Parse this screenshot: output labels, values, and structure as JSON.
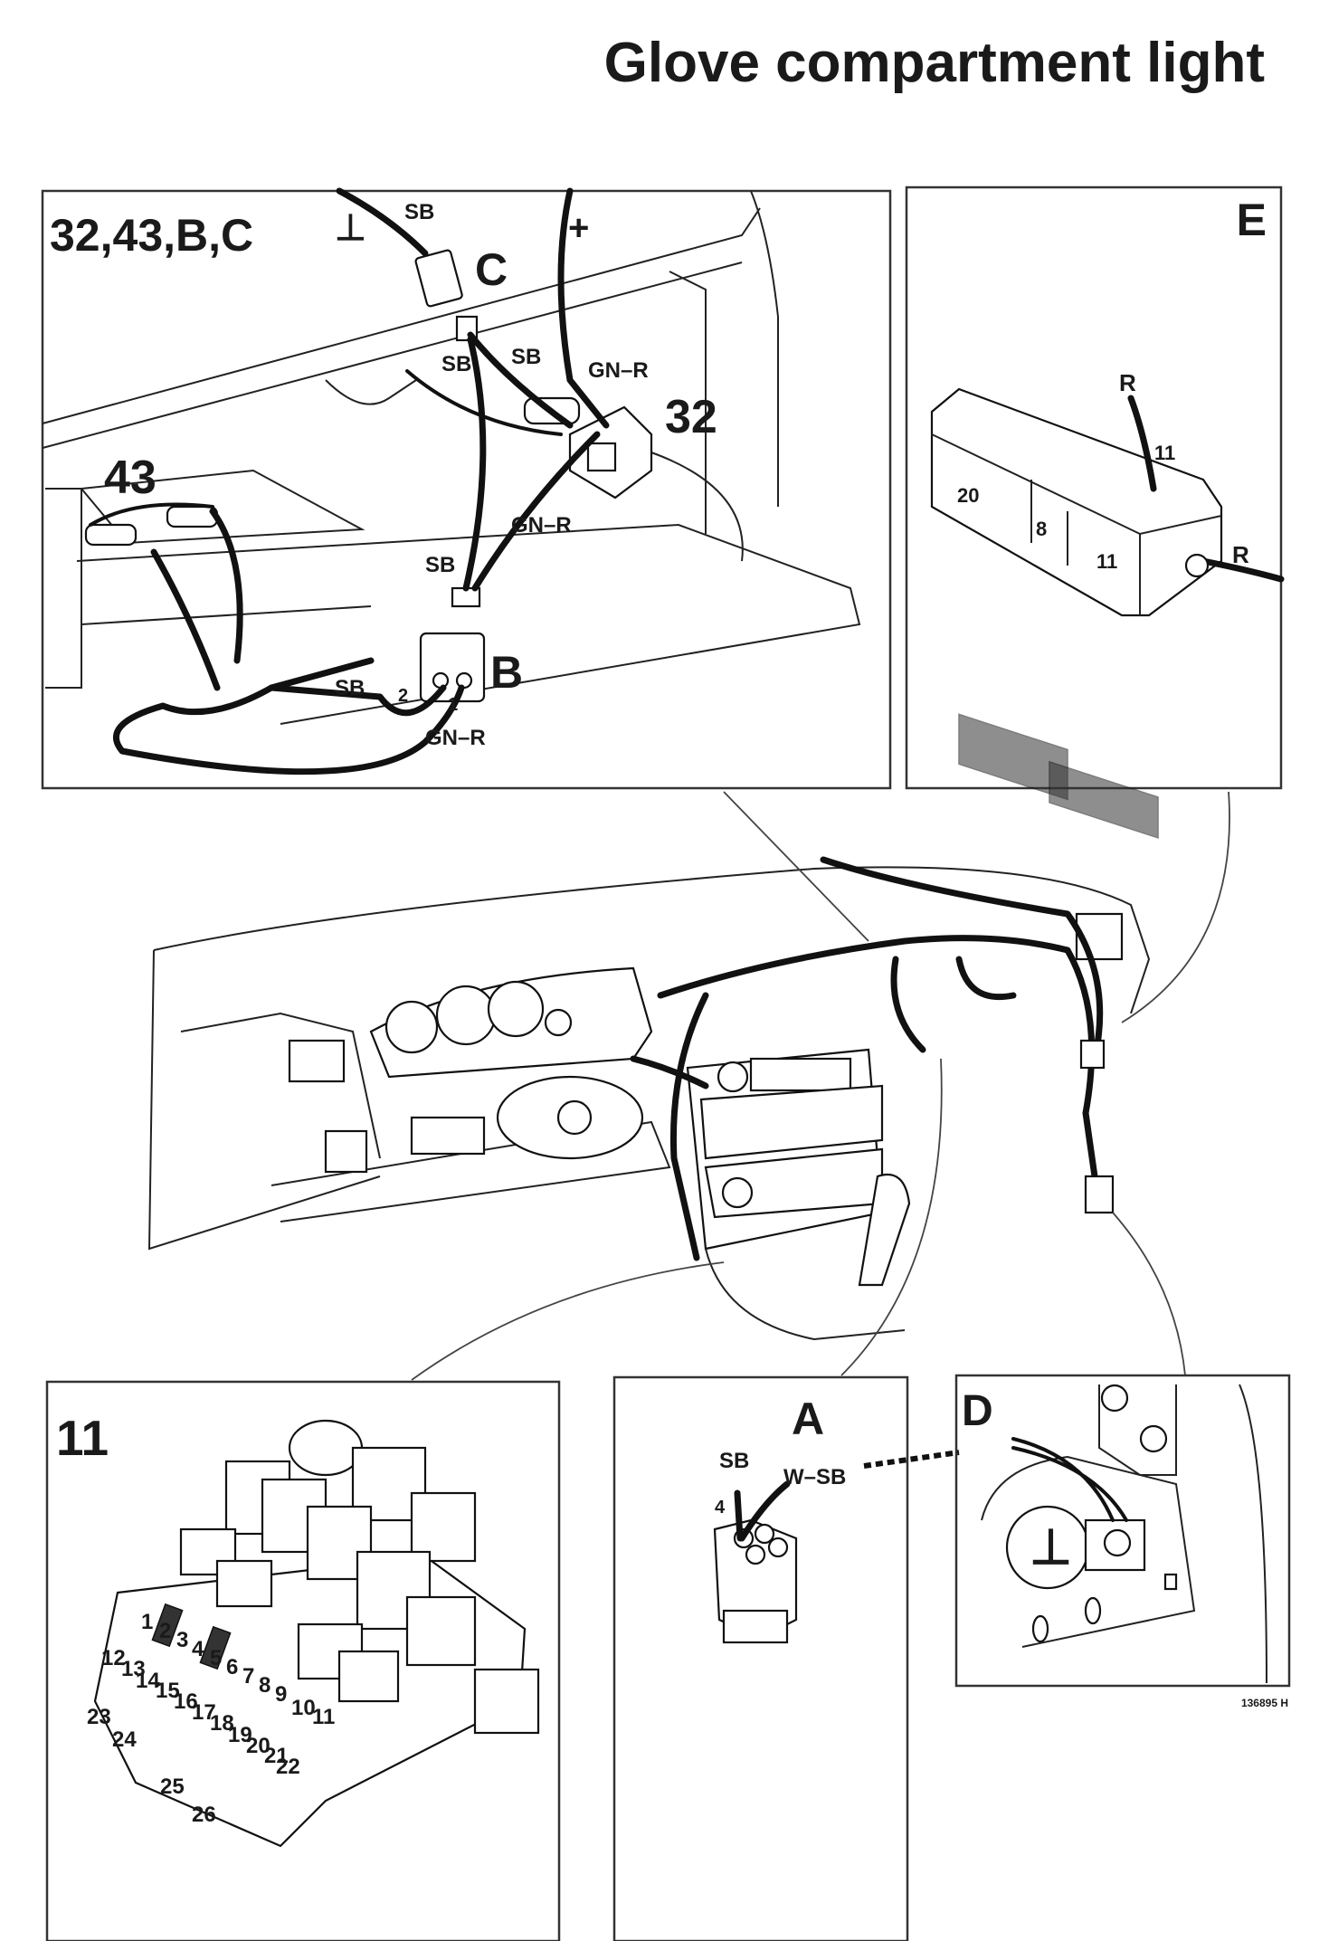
{
  "title": "Glove compartment light",
  "ref_code": "136895 H",
  "panels": {
    "main": {
      "heading": "32,43,B,C",
      "ground_symbol": "⊥",
      "plus_symbol": "+",
      "connector_c": "C",
      "connector_b": "B",
      "component_32": "32",
      "component_43": "43",
      "wire_sb_1": "SB",
      "wire_sb_2": "SB",
      "wire_sb_3": "SB",
      "wire_sb_4": "SB",
      "wire_sb_5": "SB",
      "wire_gnr_1": "GN–R",
      "wire_gnr_2": "GN–R",
      "wire_gnr_3": "GN–R",
      "pin_2": "2",
      "pin_1": "1"
    },
    "e": {
      "heading": "E",
      "wire_r_1": "R",
      "wire_r_2": "R",
      "num_11_top": "11",
      "num_20": "20",
      "num_8": "8",
      "num_11_bottom": "11"
    },
    "fusebox": {
      "heading": "11",
      "fuse_numbers": [
        "1",
        "2",
        "3",
        "4",
        "5",
        "6",
        "7",
        "8",
        "9",
        "10",
        "11",
        "12",
        "13",
        "14",
        "15",
        "16",
        "17",
        "18",
        "19",
        "20",
        "21",
        "22"
      ],
      "side_numbers": [
        "23",
        "24",
        "25",
        "26"
      ]
    },
    "a": {
      "heading": "A",
      "wire_sb": "SB",
      "wire_wsb": "W–SB",
      "pin_4": "4"
    },
    "d": {
      "heading": "D",
      "ground_symbol": "⊥"
    }
  }
}
